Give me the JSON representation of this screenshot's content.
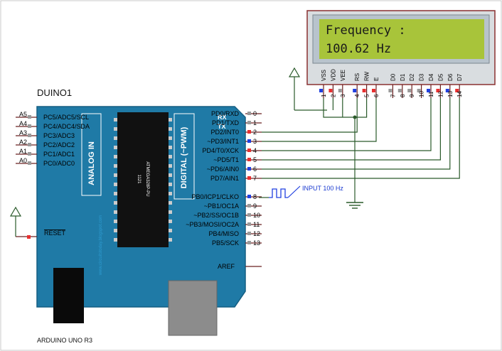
{
  "board": {
    "title": "DUINO1",
    "model": "ARDUINO UNO R3",
    "chip_label": "ATMEGA328P-PU",
    "chip_sub": "1121",
    "analog_in_label": "ANALOG IN",
    "digital_label": "DIGITAL (~PWM)",
    "vertical_watermark": "www.circuitstoday.blogspot.com",
    "left_pins": [
      {
        "num": "A5",
        "name": "PC5/ADC5/SCL"
      },
      {
        "num": "A4",
        "name": "PC4/ADC4/SDA"
      },
      {
        "num": "A3",
        "name": "PC3/ADC3"
      },
      {
        "num": "A2",
        "name": "PC2/ADC2"
      },
      {
        "num": "A1",
        "name": "PC1/ADC1"
      },
      {
        "num": "A0",
        "name": "PC0/ADC0"
      }
    ],
    "reset_label": "RESET",
    "rx_label": "RX",
    "tx_label": "TX",
    "right_pins_top": [
      {
        "num": "0",
        "name": "PD0/RXD"
      },
      {
        "num": "1",
        "name": "PD1/TXD"
      },
      {
        "num": "2",
        "name": "PD2/INT0"
      },
      {
        "num": "3",
        "name": "~PD3/INT1"
      },
      {
        "num": "4",
        "name": "PD4/T0/XCK"
      },
      {
        "num": "5",
        "name": "~PD5/T1"
      },
      {
        "num": "6",
        "name": "~PD6/AIN0"
      },
      {
        "num": "7",
        "name": "PD7/AIN1"
      }
    ],
    "right_pins_bottom": [
      {
        "num": "8",
        "name": "PB0/ICP1/CLKO"
      },
      {
        "num": "9",
        "name": "~PB1/OC1A"
      },
      {
        "num": "10",
        "name": "~PB2/SS/OC1B"
      },
      {
        "num": "11",
        "name": "~PB3/MOSI/OC2A"
      },
      {
        "num": "12",
        "name": "PB4/MISO"
      },
      {
        "num": "13",
        "name": "PB5/SCK"
      }
    ],
    "aref_label": "AREF"
  },
  "lcd": {
    "line1": "Frequency :",
    "line2": "100.62 Hz",
    "pins": [
      {
        "num": "1",
        "name": "VSS"
      },
      {
        "num": "2",
        "name": "VDD"
      },
      {
        "num": "3",
        "name": "VEE"
      },
      {
        "num": "4",
        "name": "RS"
      },
      {
        "num": "5",
        "name": "RW"
      },
      {
        "num": "6",
        "name": "E"
      },
      {
        "num": "7",
        "name": "D0"
      },
      {
        "num": "8",
        "name": "D1"
      },
      {
        "num": "9",
        "name": "D2"
      },
      {
        "num": "10",
        "name": "D3"
      },
      {
        "num": "11",
        "name": "D4"
      },
      {
        "num": "12",
        "name": "D5"
      },
      {
        "num": "13",
        "name": "D6"
      },
      {
        "num": "14",
        "name": "D7"
      }
    ]
  },
  "signal": {
    "label": "INPUT 100 Hz"
  },
  "colors": {
    "board": "#1f7aa6",
    "board_dark": "#155e82",
    "lcd_bezel": "#b8c3cc",
    "lcd_screen": "#a8c43a",
    "wire": "#2a5a2a",
    "pin_red": "#e83030",
    "pin_blue": "#2040e0",
    "frame": "#8a3030"
  }
}
